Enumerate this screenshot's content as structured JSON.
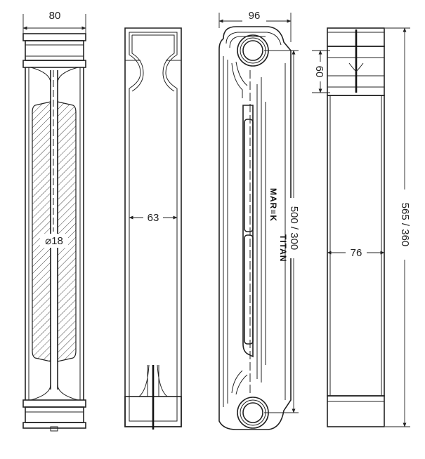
{
  "dimensions": {
    "width_front": "80",
    "pipe_diameter": "⌀18",
    "width_inner": "63",
    "depth": "96",
    "axis_distance": "500 / 300",
    "top_offset": "60",
    "inner_width_side": "76",
    "total_height": "565 / 360"
  },
  "brand": {
    "line1": "MAR≡K",
    "line2": "TITAN"
  }
}
